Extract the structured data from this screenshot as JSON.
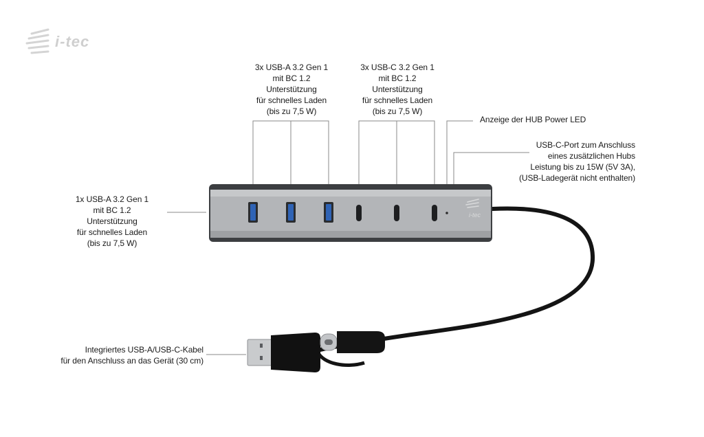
{
  "logo": {
    "text": "i-tec"
  },
  "hub": {
    "logo_text": "i-tec"
  },
  "labels": {
    "usb_a_group": "3x USB-A 3.2 Gen 1\nmit BC 1.2\nUnterstützung\nfür schnelles Laden\n(bis zu 7,5 W)",
    "usb_c_group": "3x USB-C 3.2 Gen 1\nmit BC 1.2\nUnterstützung\nfür schnelles Laden\n(bis zu 7,5 W)",
    "power_led": "Anzeige der HUB Power LED",
    "usb_c_power_port": "USB-C-Port zum Anschluss\neines zusätzlichen Hubs\nLeistung bis zu 15W (5V 3A),\n(USB-Ladegerät nicht enthalten)",
    "side_usb_a": "1x USB-A 3.2 Gen 1\nmit BC 1.2\nUnterstützung\nfür schnelles Laden\n(bis zu 7,5 W)",
    "cable": "Integriertes USB-A/USB-C-Kabel\nfür den Anschluss an das Gerät (30 cm)"
  },
  "colors": {
    "hub_body": "#aeb0b3",
    "hub_dark": "#3a3c3f",
    "usb_a_blue": "#2f63b5",
    "cable": "#111111",
    "leader_line": "#888888"
  }
}
